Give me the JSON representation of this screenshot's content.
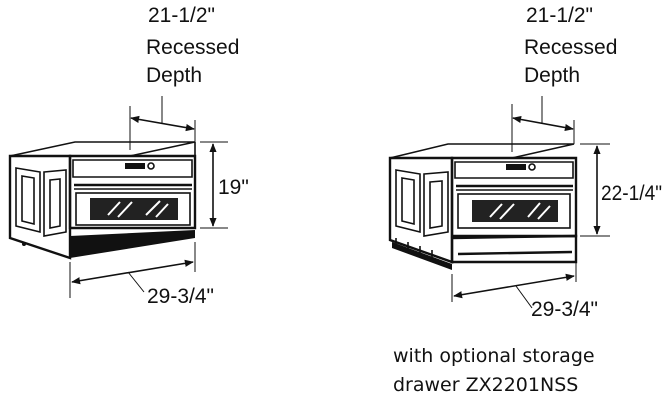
{
  "left_unit": {
    "depth_label": [
      "21-1/2\"",
      "Recessed",
      "Depth"
    ],
    "height_label": "19\"",
    "width_label": "29-3/4\""
  },
  "right_unit": {
    "depth_label": [
      "21-1/2\"",
      "Recessed",
      "Depth"
    ],
    "height_label": "22-1/4\"",
    "width_label": "29-3/4\""
  },
  "caption": [
    "with optional storage",
    "drawer ZX2201NSS"
  ],
  "colors": {
    "ink": "#111111",
    "background": "#ffffff"
  }
}
